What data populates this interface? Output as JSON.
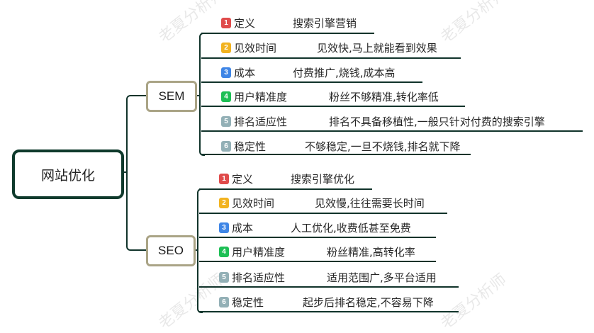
{
  "root": {
    "label": "网站优化"
  },
  "branches": [
    {
      "label": "SEM",
      "items": [
        {
          "num": "1",
          "color": "#e04b4b",
          "label": "定义",
          "value": "搜索引擎营销"
        },
        {
          "num": "2",
          "color": "#f2b320",
          "label": "见效时间",
          "value": "见效快,马上就能看到效果"
        },
        {
          "num": "3",
          "color": "#3f86e6",
          "label": "成本",
          "value": "付费推广,烧钱,成本高"
        },
        {
          "num": "4",
          "color": "#1dbf55",
          "label": "用户精准度",
          "value": "粉丝不够精准,转化率低"
        },
        {
          "num": "5",
          "color": "#93b0b6",
          "label": "排名适应性",
          "value": "排名不具备移植性,一般只针对付费的搜索引擎"
        },
        {
          "num": "6",
          "color": "#93b0b6",
          "label": "稳定性",
          "value": "不够稳定,一旦不烧钱,排名就下降"
        }
      ]
    },
    {
      "label": "SEO",
      "items": [
        {
          "num": "1",
          "color": "#e04b4b",
          "label": "定义",
          "value": "搜索引擎优化"
        },
        {
          "num": "2",
          "color": "#f2b320",
          "label": "见效时间",
          "value": "见效慢,往往需要长时间"
        },
        {
          "num": "3",
          "color": "#3f86e6",
          "label": "成本",
          "value": "人工优化,收费低甚至免费"
        },
        {
          "num": "4",
          "color": "#1dbf55",
          "label": "用户精准度",
          "value": "粉丝精准,高转化率"
        },
        {
          "num": "5",
          "color": "#93b0b6",
          "label": "排名适应性",
          "value": "适用范围广,多平台适用"
        },
        {
          "num": "6",
          "color": "#93b0b6",
          "label": "稳定性",
          "value": "起步后排名稳定,不容易下降"
        }
      ]
    }
  ],
  "watermark": "老夏分析师"
}
